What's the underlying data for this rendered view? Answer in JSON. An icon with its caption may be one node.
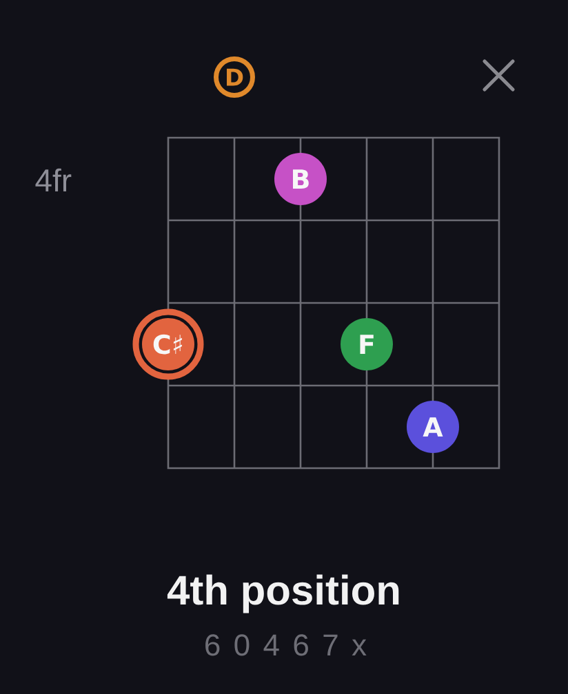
{
  "diagram": {
    "title": "4th position",
    "nodes": [
      {
        "text": [
          "D"
        ]
      },
      {
        "text": [
          "B"
        ]
      },
      {
        "text": [
          "C♯"
        ]
      },
      {
        "text": [
          "F"
        ]
      },
      {
        "text": [
          "A"
        ]
      }
    ],
    "labels": [
      "4fr",
      "6 0 4 6 7 x"
    ]
  }
}
